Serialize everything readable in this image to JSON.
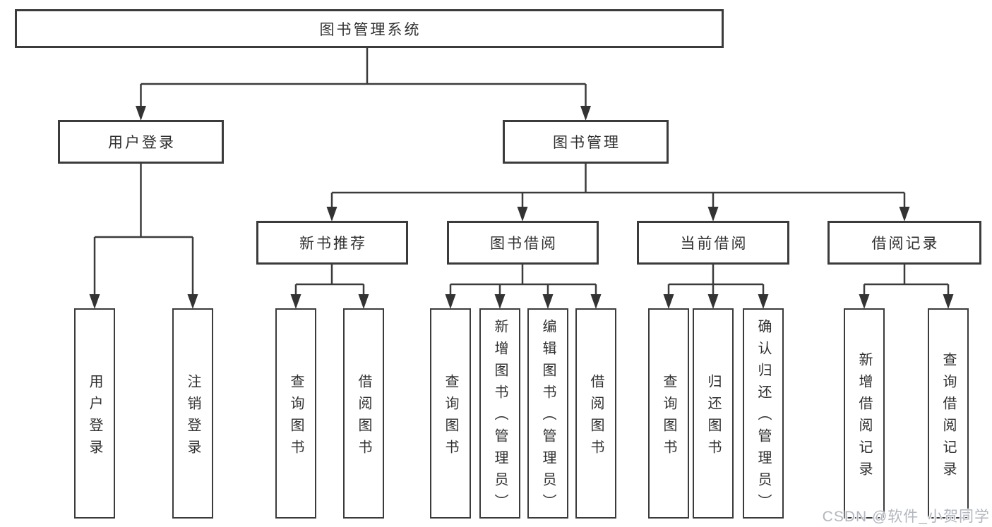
{
  "tree": {
    "label": "图书管理系统",
    "children": [
      {
        "label": "用户登录",
        "children": [
          {
            "label": "用户登录"
          },
          {
            "label": "注销登录"
          }
        ]
      },
      {
        "label": "图书管理",
        "children": [
          {
            "label": "新书推荐",
            "children": [
              {
                "label": "查询图书"
              },
              {
                "label": "借阅图书"
              }
            ]
          },
          {
            "label": "图书借阅",
            "children": [
              {
                "label": "查询图书"
              },
              {
                "label": "新增图书（管理员）"
              },
              {
                "label": "编辑图书（管理员）"
              },
              {
                "label": "借阅图书"
              }
            ]
          },
          {
            "label": "当前借阅",
            "children": [
              {
                "label": "查询图书"
              },
              {
                "label": "归还图书"
              },
              {
                "label": "确认归还（管理员）"
              }
            ]
          },
          {
            "label": "借阅记录",
            "children": [
              {
                "label": "新增借阅记录"
              },
              {
                "label": "查询借阅记录"
              }
            ]
          }
        ]
      }
    ]
  },
  "watermark": {
    "text": "CSDN @软件_小贺同学"
  },
  "colors": {
    "line": "#3b3b3b",
    "box_border": "#3b3b3b",
    "text": "#303030",
    "background": "#ffffff",
    "watermark": "#b2b6be"
  }
}
